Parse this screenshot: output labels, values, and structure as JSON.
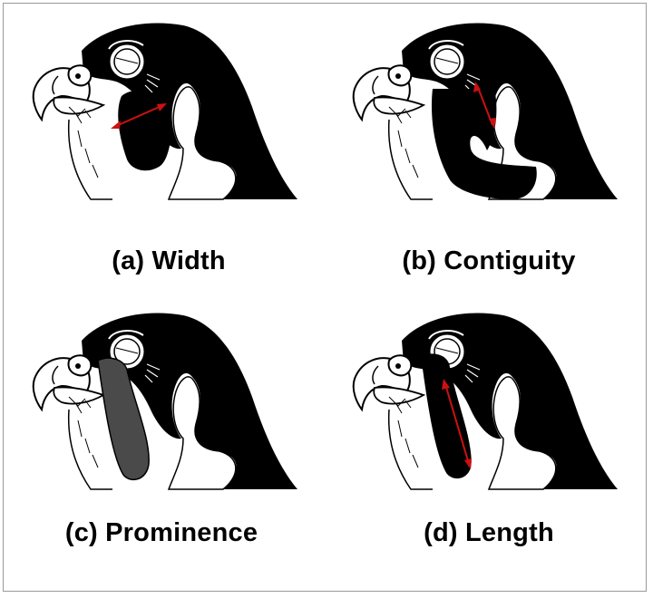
{
  "figure": {
    "border_color": "#9a9a9a",
    "colors": {
      "plumage": "#000000",
      "outline": "#000000",
      "malar_highlight": "#4a4a4a",
      "arrow": "#cc1111",
      "background": "#ffffff"
    },
    "panels": [
      {
        "id": "a",
        "label": "(a) Width",
        "measure": "width",
        "illustration": "falcon-head-icon"
      },
      {
        "id": "b",
        "label": "(b) Contiguity",
        "measure": "contiguity",
        "illustration": "falcon-head-icon"
      },
      {
        "id": "c",
        "label": "(c) Prominence",
        "measure": "prominence",
        "illustration": "falcon-head-icon"
      },
      {
        "id": "d",
        "label": "(d) Length",
        "measure": "length",
        "illustration": "falcon-head-icon"
      }
    ]
  }
}
